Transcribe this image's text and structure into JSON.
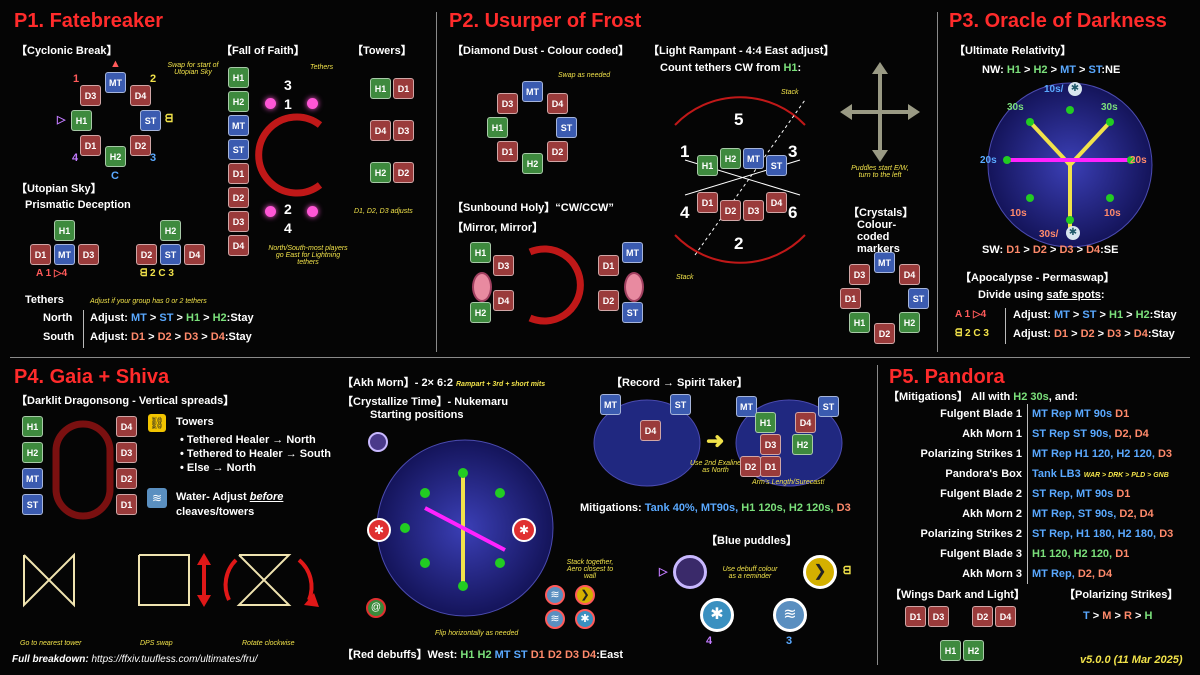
{
  "p1": {
    "title": "P1. Fatebreaker",
    "cyclonic": "【Cyclonic Break】",
    "fall": "【Fall of Faith】",
    "towers": "【Towers】",
    "swap_note": "Swap for start of Utopian Sky",
    "tethers_note": "Tethers",
    "ns_note": "North/South-most players go East for Lightning tethers",
    "d_adjust_note": "D1, D2, D3 adjusts",
    "utopian": "【Utopian Sky】",
    "prismatic": "Prismatic Deception",
    "tethers_label": "Tethers",
    "adjust_note": "Adjust if your group has 0 or 2 tethers",
    "north": "North",
    "south": "South",
    "adjust": "Adjust:",
    "stay": ":Stay",
    "north_seq": [
      "MT",
      "ST",
      "H1",
      "H2"
    ],
    "south_seq": [
      "D1",
      "D2",
      "D3",
      "D4"
    ],
    "fall_stack": [
      "H1",
      "H2",
      "MT",
      "ST",
      "D1",
      "D2",
      "D3",
      "D4"
    ],
    "fall_nums": [
      "3",
      "1",
      "2",
      "4"
    ],
    "markers_ring": [
      "1",
      "2",
      "3",
      "4"
    ]
  },
  "p2": {
    "title": "P2. Usurper of Frost",
    "dd": "【Diamond Dust - Colour coded】",
    "swap_needed": "Swap as needed",
    "sunbound": "【Sunbound Holy】“CW/CCW”",
    "mirror": "【Mirror, Mirror】",
    "lr": "【Light Rampant - 4:4 East adjust】",
    "count": "Count tethers CW from",
    "count_h1": "H1",
    "count_end": ":",
    "stack": "Stack",
    "puddles": "Puddles start E/W, turn to the left",
    "crystals": "【Crystals】",
    "crystals_sub": "Colour-coded markers",
    "lr_nums": [
      "5",
      "1",
      "3",
      "4",
      "6",
      "2"
    ]
  },
  "p3": {
    "title": "P3. Oracle of Darkness",
    "ur": "【Ultimate Relativity】",
    "nw": "NW:",
    "ne": ":NE",
    "sw": "SW:",
    "se": ":SE",
    "nw_seq": [
      "H1",
      "H2",
      "MT",
      "ST"
    ],
    "sw_seq": [
      "D1",
      "D2",
      "D3",
      "D4"
    ],
    "timers": [
      "10s/",
      "30s",
      "30s",
      "20s",
      "20s",
      "10s",
      "10s",
      "30s/"
    ],
    "apoc": "【Apocalypse - Permaswap】",
    "divide": "Divide using",
    "safe": "safe spots",
    "colon": ":",
    "adj1": [
      "MT",
      "ST",
      "H1",
      "H2"
    ],
    "adj2": [
      "D1",
      "D2",
      "D3",
      "D4"
    ]
  },
  "p4": {
    "title": "P4. Gaia + Shiva",
    "darklit": "【Darklit Dragonsong - Vertical spreads】",
    "towers": "Towers",
    "b1": "Tethered Healer → North",
    "b2": "Tethered to Healer → South",
    "b3": "Else → North",
    "water": "Water- Adjust",
    "before": "before",
    "cleaves": "cleaves/towers",
    "go_nearest": "Go to nearest tower",
    "dps_swap": "DPS swap",
    "rotate": "Rotate clockwise",
    "akh": "【Akh Morn】- 2× 6:2",
    "akh_note": "Rampart + 3rd + short mits",
    "crystallize": "【Crystallize Time】- Nukemaru",
    "starting": "Starting positions",
    "stack_together": "Stack together, Aero closest to wall",
    "flip": "Flip horizontally as needed",
    "red": "【Red debuffs】West:",
    "red_seq": [
      "H1",
      "H2",
      "MT",
      "ST",
      "D1",
      "D2",
      "D3",
      "D4"
    ],
    "east": ":East",
    "record": "【Record → Spirit Taker】",
    "use2nd": "Use 2nd Exaline as North",
    "arms": "Arm's Length/Surecast!",
    "mit_label": "Mitigations:",
    "mit": [
      "Tank 40%,",
      "MT90s,",
      "H1 120s,",
      "H2 120s,",
      "D3"
    ],
    "blue": "【Blue puddles】",
    "debuff_note": "Use debuff colour as a reminder",
    "full": "Full breakdown:",
    "url": "https://ffxiv.tuufless.com/ultimates/fru/"
  },
  "p5": {
    "title": "P5. Pandora",
    "mitigations": "【Mitigations】 All with",
    "h2": "H2 30s",
    "and": ", and:",
    "rows": [
      {
        "name": "Fulgent Blade 1",
        "val": "MT Rep MT 90s",
        "tail": "D1"
      },
      {
        "name": "Akh Morn 1",
        "val": "ST Rep ST 90s,",
        "tail": "D2, D4"
      },
      {
        "name": "Polarizing Strikes 1",
        "val": "MT Rep H1 120, H2 120,",
        "tail": "D3"
      },
      {
        "name": "Pandora's Box",
        "val": "Tank LB3",
        "tail": "WAR > DRK > PLD > GNB"
      },
      {
        "name": "Fulgent Blade 2",
        "val": "ST Rep, MT 90s",
        "tail": "D1"
      },
      {
        "name": "Akh Morn 2",
        "val": "MT Rep, ST 90s,",
        "tail": "D2, D4"
      },
      {
        "name": "Polarizing Strikes 2",
        "val": "ST Rep, H1 180, H2 180,",
        "tail": "D3"
      },
      {
        "name": "Fulgent Blade 3",
        "val": "H1 120, H2 120,",
        "tail": "D1"
      },
      {
        "name": "Akh Morn 3",
        "val": "MT Rep,",
        "tail": "D2, D4"
      }
    ],
    "wings": "【Wings Dark and Light】",
    "polar": "【Polarizing Strikes】",
    "polar_seq": [
      "T",
      ">",
      "M",
      ">",
      "R",
      ">",
      "H"
    ],
    "version": "v5.0.0 (11 Mar 2025)"
  },
  "colors": {
    "tank": "#3b5bb0",
    "healer": "#3e8a3e",
    "dps": "#9a3b3b",
    "accent": "#ff2b2b",
    "note": "#f1e24a"
  }
}
